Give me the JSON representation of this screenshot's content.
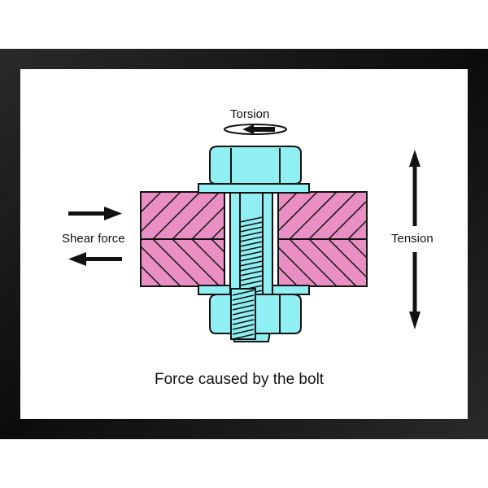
{
  "labels": {
    "torsion": "Torsion",
    "shear_force": "Shear force",
    "tension": "Tension",
    "caption": "Force caused by the bolt"
  },
  "colors": {
    "frame": "#111111",
    "panel": "#ffffff",
    "plate": "#e98fc4",
    "bolt": "#8feff2",
    "outline": "#111111"
  },
  "icons": [
    "torsion-arrow-icon",
    "shear-arrow-right-icon",
    "shear-arrow-left-icon",
    "tension-arrow-icon"
  ]
}
